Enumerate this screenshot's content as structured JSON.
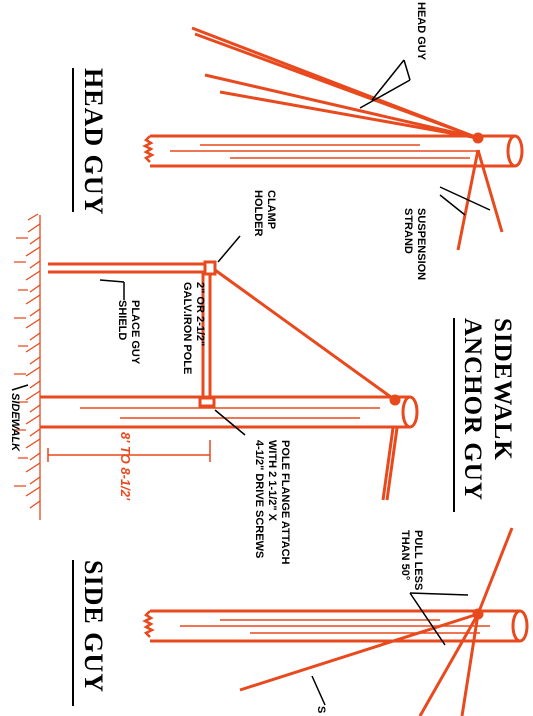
{
  "titles": {
    "head_guy": "HEAD GUY",
    "sidewalk_anchor_line1": "SIDEWALK",
    "sidewalk_anchor_line2": "ANCHOR GUY",
    "side_guy": "SIDE GUY"
  },
  "labels": {
    "head_guy_callout": "HEAD GUY",
    "suspension_strand_1": "SUSPENSION",
    "suspension_strand_2": "STRAND",
    "clamp_holder_1": "CLAMP",
    "clamp_holder_2": "HOLDER",
    "galv_pole_1": "2\" OR 2-1/2\"",
    "galv_pole_2": "GALV.IRON POLE",
    "guy_shield_1": "PLACE GUY",
    "guy_shield_2": "SHIELD",
    "sidewalk": "SIDEWALK",
    "dimension": "8' TO 8-1/2'",
    "pole_flange_1": "POLE FLANGE ATTACH",
    "pole_flange_2": "WITH 2  1-1/2\" X",
    "pole_flange_3": "4-1/2\" DRIVE SCREWS",
    "pull_1": "PULL LESS",
    "pull_2": "THAN 50°",
    "side_callout_partial": "S"
  },
  "colors": {
    "hardware": "#e8491d",
    "outline": "#000000",
    "background": "#ffffff"
  }
}
